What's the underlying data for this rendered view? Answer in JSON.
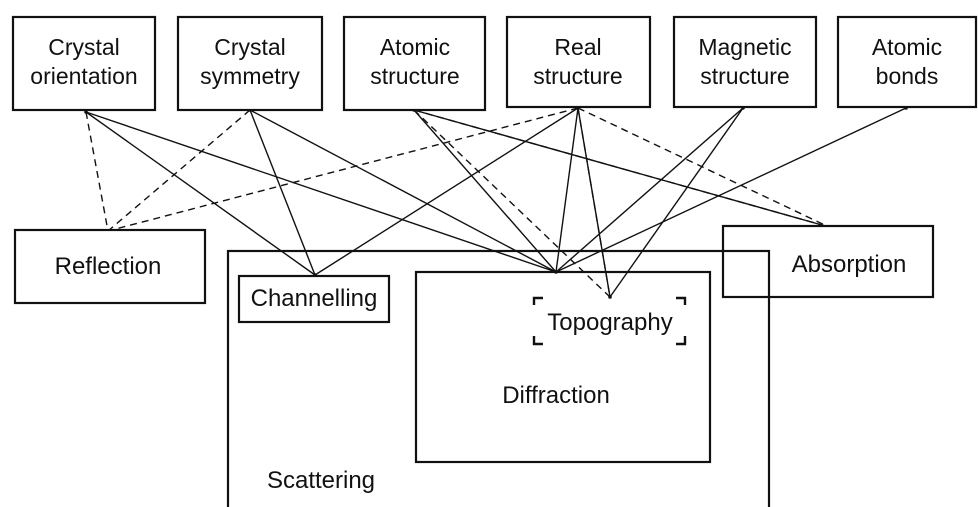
{
  "properties": [
    {
      "id": "crystal-orientation",
      "line1": "Crystal",
      "line2": "orientation"
    },
    {
      "id": "crystal-symmetry",
      "line1": "Crystal",
      "line2": "symmetry"
    },
    {
      "id": "atomic-structure",
      "line1": "Atomic",
      "line2": "structure"
    },
    {
      "id": "real-structure",
      "line1": "Real",
      "line2": "structure"
    },
    {
      "id": "magnetic-structure",
      "line1": "Magnetic",
      "line2": "structure"
    },
    {
      "id": "atomic-bonds",
      "line1": "Atomic",
      "line2": "bonds"
    }
  ],
  "methods": {
    "reflection": "Reflection",
    "absorption": "Absorption",
    "scattering": "Scattering",
    "channelling": "Channelling",
    "diffraction": "Diffraction",
    "topography": "Topography"
  },
  "links": [
    {
      "from": "crystal-orientation",
      "to": "reflection",
      "style": "dashed"
    },
    {
      "from": "crystal-orientation",
      "to": "channelling",
      "style": "solid"
    },
    {
      "from": "crystal-orientation",
      "to": "diffraction",
      "style": "solid"
    },
    {
      "from": "crystal-symmetry",
      "to": "reflection",
      "style": "dashed"
    },
    {
      "from": "crystal-symmetry",
      "to": "channelling",
      "style": "solid"
    },
    {
      "from": "crystal-symmetry",
      "to": "diffraction",
      "style": "solid"
    },
    {
      "from": "atomic-structure",
      "to": "diffraction",
      "style": "solid"
    },
    {
      "from": "atomic-structure",
      "to": "topography",
      "style": "dashed"
    },
    {
      "from": "atomic-structure",
      "to": "absorption",
      "style": "solid"
    },
    {
      "from": "atomic-structure",
      "to": "absorption",
      "style": "dashed"
    },
    {
      "from": "real-structure",
      "to": "reflection",
      "style": "dashed"
    },
    {
      "from": "real-structure",
      "to": "channelling",
      "style": "solid"
    },
    {
      "from": "real-structure",
      "to": "diffraction",
      "style": "solid"
    },
    {
      "from": "real-structure",
      "to": "topography",
      "style": "solid"
    },
    {
      "from": "real-structure",
      "to": "topography",
      "style": "dashed"
    },
    {
      "from": "real-structure",
      "to": "absorption",
      "style": "dashed"
    },
    {
      "from": "magnetic-structure",
      "to": "diffraction",
      "style": "solid"
    },
    {
      "from": "magnetic-structure",
      "to": "topography",
      "style": "solid"
    },
    {
      "from": "atomic-bonds",
      "to": "diffraction",
      "style": "solid"
    }
  ]
}
